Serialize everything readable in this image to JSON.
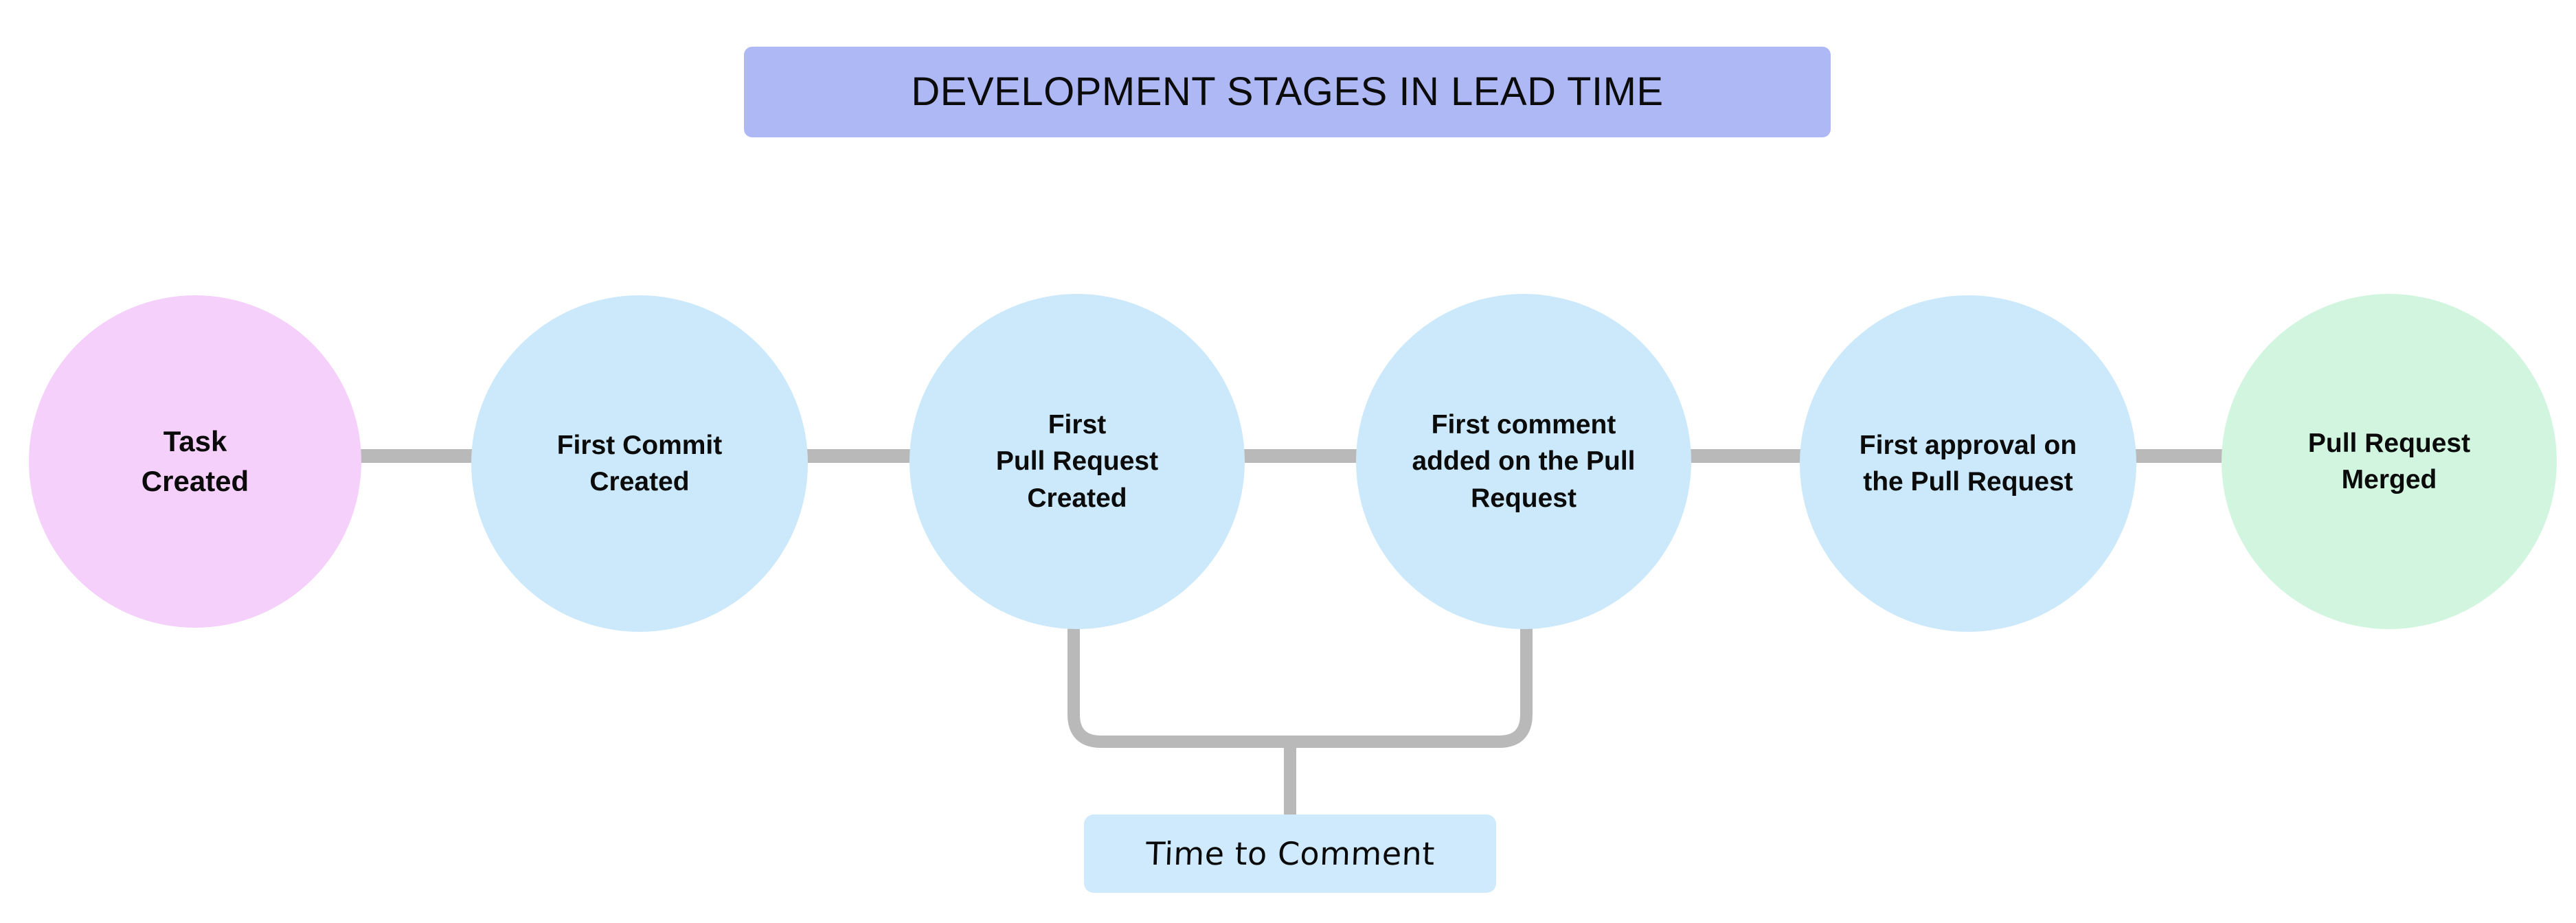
{
  "title": {
    "text": "DEVELOPMENT STAGES IN LEAD TIME",
    "background_color": "#aeb8f5",
    "text_color": "#0b0b0b"
  },
  "colors": {
    "canvas": "#ffffff",
    "start_node": "#f5d0fb",
    "middle_node": "#cce9fb",
    "end_node": "#d2f5e0",
    "connector": "#b9b9b9",
    "measure_label": "#cfeafc",
    "title_banner": "#aeb8f5"
  },
  "diagram_data": {
    "type": "flow-timeline",
    "orientation": "horizontal",
    "nodes": [
      {
        "id": "task-created",
        "label": "Task\nCreated",
        "shape": "circle",
        "fill": "#f5d0fb"
      },
      {
        "id": "first-commit",
        "label": "First Commit\nCreated",
        "shape": "circle",
        "fill": "#cce9fb"
      },
      {
        "id": "first-pull-request",
        "label": "First\nPull Request\nCreated",
        "shape": "circle",
        "fill": "#cce9fb"
      },
      {
        "id": "first-comment",
        "label": "First comment\nadded on the Pull\nRequest",
        "shape": "circle",
        "fill": "#cce9fb"
      },
      {
        "id": "first-approval",
        "label": "First approval on\nthe Pull Request",
        "shape": "circle",
        "fill": "#cce9fb"
      },
      {
        "id": "pull-request-merged",
        "label": "Pull Request\nMerged",
        "shape": "circle",
        "fill": "#d2f5e0"
      }
    ],
    "edges": [
      {
        "from": "task-created",
        "to": "first-commit"
      },
      {
        "from": "first-commit",
        "to": "first-pull-request"
      },
      {
        "from": "first-pull-request",
        "to": "first-comment"
      },
      {
        "from": "first-comment",
        "to": "first-approval"
      },
      {
        "from": "first-approval",
        "to": "pull-request-merged"
      }
    ],
    "measurements": [
      {
        "id": "time-to-comment",
        "label": "Time to Comment",
        "spans_from": "first-pull-request",
        "spans_to": "first-comment",
        "fill": "#cfeafc"
      }
    ]
  },
  "nodes": [
    {
      "label": "Task\nCreated"
    },
    {
      "label": "First Commit\nCreated"
    },
    {
      "label": "First\nPull Request\nCreated"
    },
    {
      "label": "First comment\nadded on the Pull\nRequest"
    },
    {
      "label": "First approval on\nthe Pull Request"
    },
    {
      "label": "Pull Request\nMerged"
    }
  ],
  "measure": {
    "label": "Time to Comment"
  }
}
